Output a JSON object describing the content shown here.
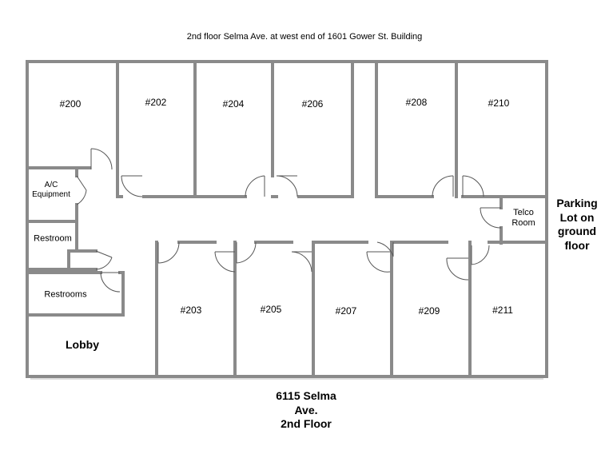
{
  "diagram": {
    "title": "2nd floor Selma Ave. at west end of 1601 Gower St. Building",
    "address_label": "6115 Selma Ave. 2nd Floor",
    "address_lines": [
      "6115 Selma",
      "Ave.",
      "2nd Floor"
    ],
    "parking_label": "Parking Lot on ground floor",
    "parking_lines": [
      "Parking",
      "Lot on",
      "ground",
      "floor"
    ],
    "rooms": {
      "r200": "#200",
      "r202": "#202",
      "r204": "#204",
      "r206": "#206",
      "r208": "#208",
      "r210": "#210",
      "r203": "#203",
      "r205": "#205",
      "r207": "#207",
      "r209": "#209",
      "r211": "#211"
    },
    "spaces": {
      "ac_lines": [
        "A/C",
        "Equipment"
      ],
      "restroom": "Restroom",
      "restrooms": "Restrooms",
      "telco_lines": [
        "Telco",
        "Room"
      ],
      "lobby": "Lobby"
    },
    "colors": {
      "wall": "#8a8a8a",
      "door": "#555555",
      "background": "#ffffff"
    }
  }
}
